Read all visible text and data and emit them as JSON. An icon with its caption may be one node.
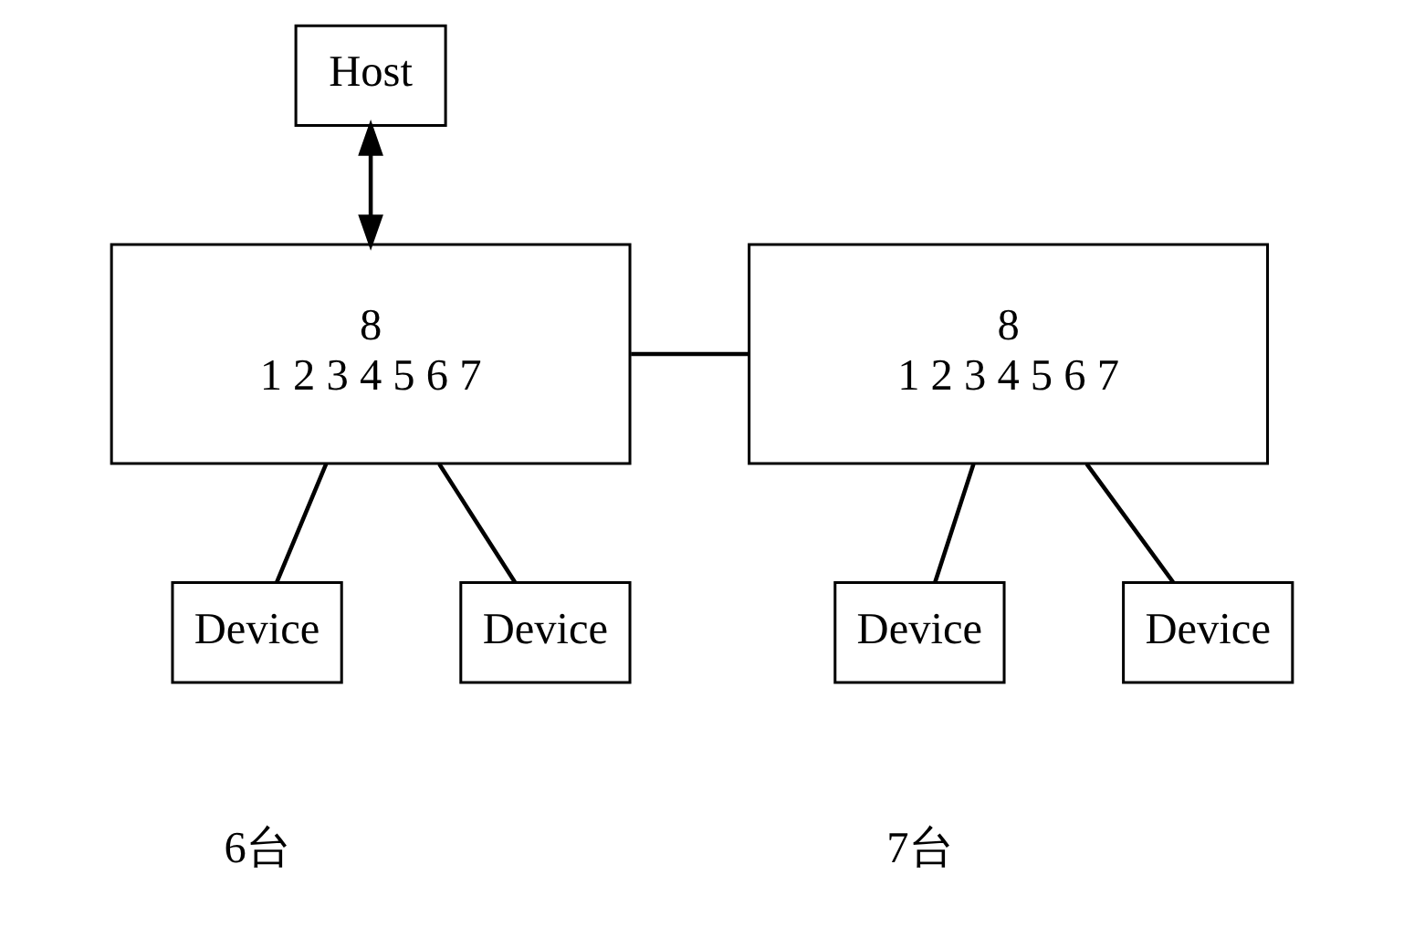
{
  "diagram": {
    "nodes": [
      {
        "text": [
          "Host"
        ]
      },
      {
        "text": [
          "8",
          "1 2 3 4 5 6 7"
        ]
      },
      {
        "text": [
          "8",
          "1 2 3 4 5 6 7"
        ]
      },
      {
        "text": [
          "Device"
        ]
      },
      {
        "text": [
          "Device"
        ]
      },
      {
        "text": [
          "Device"
        ]
      },
      {
        "text": [
          "Device"
        ]
      }
    ],
    "edges": [
      {
        "from": 0,
        "to": 1,
        "arrow": "both"
      },
      {
        "from": 1,
        "to": 2,
        "arrow": "none"
      },
      {
        "from": 1,
        "to": 3,
        "arrow": "none"
      },
      {
        "from": 1,
        "to": 4,
        "arrow": "none"
      },
      {
        "from": 2,
        "to": 5,
        "arrow": "none"
      },
      {
        "from": 2,
        "to": 6,
        "arrow": "none"
      }
    ],
    "labels": [
      "6台",
      "7台"
    ]
  }
}
